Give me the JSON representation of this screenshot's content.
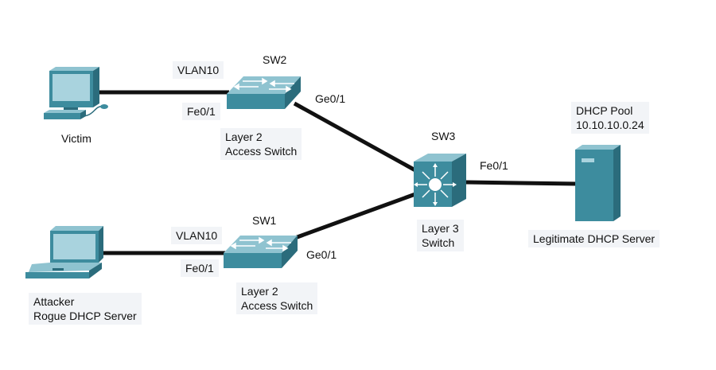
{
  "nodes": {
    "victim": {
      "label": "Victim"
    },
    "attacker": {
      "line1": "Attacker",
      "line2": "Rogue DHCP Server"
    },
    "sw2": {
      "name": "SW2",
      "role_line1": "Layer 2",
      "role_line2": "Access Switch"
    },
    "sw1": {
      "name": "SW1",
      "role_line1": "Layer 2",
      "role_line2": "Access Switch"
    },
    "sw3": {
      "name": "SW3",
      "role_line1": "Layer 3",
      "role_line2": "Switch"
    },
    "dhcp_server": {
      "label": "Legitimate DHCP Server",
      "pool_line1": "DHCP Pool",
      "pool_line2": "10.10.10.0.24"
    }
  },
  "links": {
    "victim_sw2": {
      "vlan": "VLAN10",
      "port": "Fe0/1"
    },
    "attacker_sw1": {
      "vlan": "VLAN10",
      "port": "Fe0/1"
    },
    "sw2_sw3": {
      "port": "Ge0/1"
    },
    "sw1_sw3": {
      "port": "Ge0/1"
    },
    "sw3_server": {
      "port": "Fe0/1"
    }
  },
  "colors": {
    "link": "#111111",
    "device_teal": "#3d8c9e",
    "device_dark": "#2b6c7c",
    "device_light": "#8fc3d0",
    "label_bg": "#f2f4f7"
  },
  "icons": {
    "victim": "desktop-pc-icon",
    "attacker": "laptop-icon",
    "sw1": "layer2-switch-icon",
    "sw2": "layer2-switch-icon",
    "sw3": "layer3-switch-icon",
    "dhcp_server": "server-tower-icon"
  }
}
